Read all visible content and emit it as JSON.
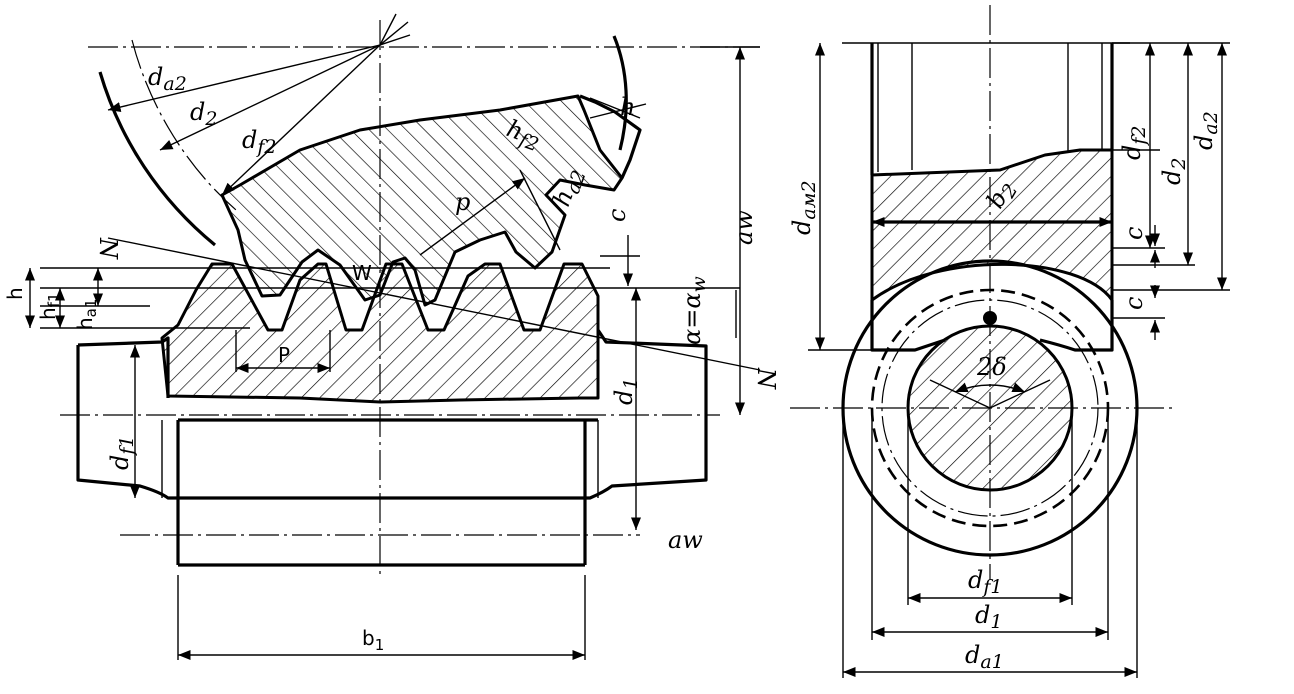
{
  "labels": {
    "da2": "d",
    "da2_sub": "a2",
    "d2": "d",
    "d2_sub": "2",
    "df2": "d",
    "df2_sub": "f2",
    "h_top": "h",
    "hf2": "h",
    "hf2_sub": "f2",
    "ha2": "h",
    "ha2_sub": "a2",
    "c_left": "c",
    "p_upper": "p",
    "aw_vertical": "aw",
    "N_upper": "N",
    "N_lower": "N",
    "W": "W",
    "h_left": "h",
    "hf1": "h",
    "hf1_sub": "f1",
    "ha1": "h",
    "ha1_sub": "a1",
    "P_lower": "P",
    "alpha": "α=α",
    "alpha_sub": "w",
    "d1_left": "d",
    "d1_left_sub": "1",
    "df1_left": "d",
    "df1_left_sub": "f1",
    "aw_bottom": "aw",
    "b1": "b",
    "b1_sub": "1",
    "dam2": "d",
    "dam2_sub": "aм2",
    "b2": "b",
    "b2_sub": "2",
    "c_right1": "c",
    "c_right2": "c",
    "df2_right": "d",
    "df2_right_sub": "f2",
    "d2_right": "d",
    "d2_right_sub": "2",
    "da2_right": "d",
    "da2_right_sub": "a2",
    "two_delta": "2δ",
    "df1_right": "d",
    "df1_right_sub": "f1",
    "d1_right": "d",
    "d1_right_sub": "1",
    "da1_right": "d",
    "da1_right_sub": "a1"
  }
}
